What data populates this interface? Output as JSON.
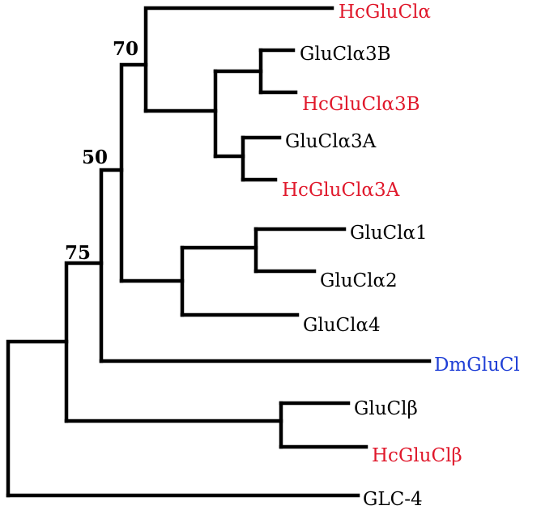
{
  "tree": {
    "colors": {
      "black": "#000000",
      "red": "#e0182b",
      "blue": "#1f3fd6"
    },
    "leaves": [
      {
        "id": "hcglucla",
        "label": "HcGluClα",
        "color": "red"
      },
      {
        "id": "glucla3b",
        "label": "GluClα3B",
        "color": "black"
      },
      {
        "id": "hcglucla3b",
        "label": "HcGluClα3B",
        "color": "red"
      },
      {
        "id": "glucla3a",
        "label": "GluClα3A",
        "color": "black"
      },
      {
        "id": "hcglucla3a",
        "label": "HcGluClα3A",
        "color": "red"
      },
      {
        "id": "glucla1",
        "label": "GluClα1",
        "color": "black"
      },
      {
        "id": "glucla2",
        "label": "GluClα2",
        "color": "black"
      },
      {
        "id": "glucla4",
        "label": "GluClα4",
        "color": "black"
      },
      {
        "id": "dmglucl",
        "label": "DmGluCl",
        "color": "blue"
      },
      {
        "id": "gluclb",
        "label": "GluClβ",
        "color": "black"
      },
      {
        "id": "hcgluclb",
        "label": "HcGluClβ",
        "color": "red"
      },
      {
        "id": "glc4",
        "label": "GLC-4",
        "color": "black"
      }
    ],
    "support_values": [
      {
        "id": "support-70",
        "value": "70"
      },
      {
        "id": "support-50",
        "value": "50"
      },
      {
        "id": "support-75",
        "value": "75"
      }
    ]
  }
}
